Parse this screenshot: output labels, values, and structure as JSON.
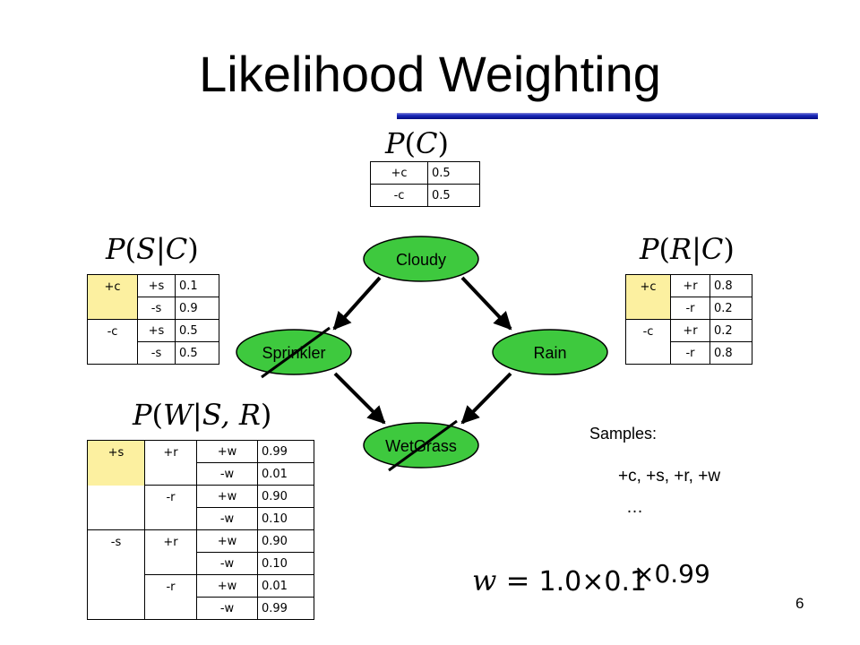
{
  "title": "Likelihood Weighting",
  "slide_number": "6",
  "cpt_c": {
    "heading_var": "P",
    "heading_args": "C",
    "rows": [
      [
        "+c",
        "0.5"
      ],
      [
        "-c",
        "0.5"
      ]
    ]
  },
  "cpt_s": {
    "heading_var": "P",
    "heading_args": "S|C",
    "rows": [
      [
        "+c",
        "+s",
        "0.1"
      ],
      [
        "",
        "-s",
        "0.9"
      ],
      [
        "-c",
        "+s",
        "0.5"
      ],
      [
        "",
        "-s",
        "0.5"
      ]
    ]
  },
  "cpt_r": {
    "heading_var": "P",
    "heading_args": "R|C",
    "rows": [
      [
        "+c",
        "+r",
        "0.8"
      ],
      [
        "",
        "-r",
        "0.2"
      ],
      [
        "-c",
        "+r",
        "0.2"
      ],
      [
        "",
        "-r",
        "0.8"
      ]
    ]
  },
  "cpt_w": {
    "heading_var": "P",
    "heading_args": "W|S, R",
    "rows": [
      [
        "+s",
        "+r",
        "+w",
        "0.99"
      ],
      [
        "",
        "",
        "-w",
        "0.01"
      ],
      [
        "",
        "-r",
        "+w",
        "0.90"
      ],
      [
        "",
        "",
        "-w",
        "0.10"
      ],
      [
        "-s",
        "+r",
        "+w",
        "0.90"
      ],
      [
        "",
        "",
        "-w",
        "0.10"
      ],
      [
        "",
        "-r",
        "+w",
        "0.01"
      ],
      [
        "",
        "",
        "-w",
        "0.99"
      ]
    ]
  },
  "nodes": {
    "cloudy": "Cloudy",
    "sprinkler": "Sprinkler",
    "rain": "Rain",
    "wetgrass": "WetGrass"
  },
  "samples": {
    "label": "Samples:",
    "sample": "+c, +s, +r, +w",
    "ellipsis": "…"
  },
  "weight": {
    "var": "w",
    "eq": "=",
    "f1": "1.0",
    "times1": "×",
    "f2": "0.1",
    "times2": "×",
    "f3": "0.99"
  },
  "colors": {
    "node_fill": "#3ec93e",
    "evidence_highlight": "#fcf0a0",
    "rule_blue": "#1f2fbf"
  }
}
